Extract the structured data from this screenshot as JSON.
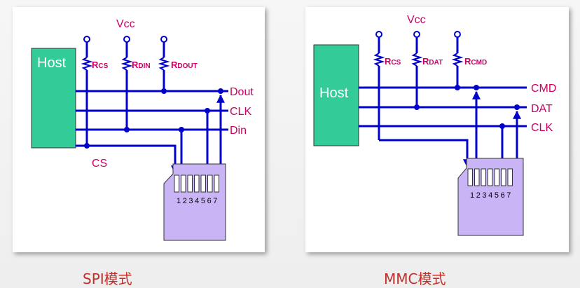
{
  "colors": {
    "wire": "#0000cc",
    "label": "#cc0066",
    "host_fill": "#33cc99",
    "card_fill": "#c9b5f5",
    "caption": "#c0302b"
  },
  "spi": {
    "vcc": "Vcc",
    "host": "Host",
    "r1": {
      "main": "R",
      "sub": "CS"
    },
    "r2": {
      "main": "R",
      "sub": "DIN"
    },
    "r3": {
      "main": "R",
      "sub": "DOUT"
    },
    "signals": [
      "Dout",
      "CLK",
      "Din",
      "CS"
    ],
    "pins": "1234567",
    "caption": "SPI模式"
  },
  "mmc": {
    "vcc": "Vcc",
    "host": "Host",
    "r1": {
      "main": "R",
      "sub": "CS"
    },
    "r2": {
      "main": "R",
      "sub": "DAT"
    },
    "r3": {
      "main": "R",
      "sub": "CMD"
    },
    "signals": [
      "CMD",
      "DAT",
      "CLK"
    ],
    "pins": "1234567",
    "caption": "MMC模式"
  }
}
